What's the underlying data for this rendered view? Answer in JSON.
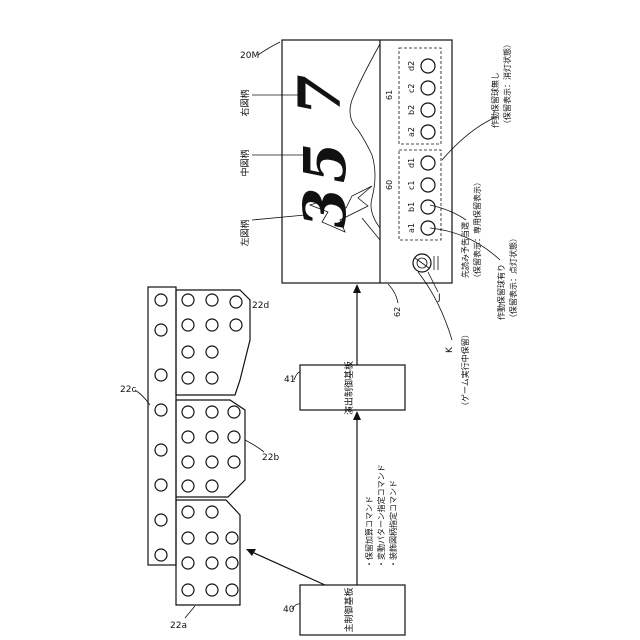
{
  "labels": {
    "main_board": "主制御基板",
    "main_board_ref": "40",
    "effect_board": "演出制御基板",
    "effect_board_ref": "41",
    "commands": [
      "・保留加算コマンド",
      "・変動パターン指定コマンド",
      "・装飾図柄指定コマンド"
    ],
    "display_ref": "20M",
    "left_symbol_label": "左図柄",
    "center_symbol_label": "中図柄",
    "right_symbol_label": "右図柄",
    "digit_left": "3",
    "digit_center": "5",
    "digit_right": "7",
    "ref_60": "60",
    "ref_61": "61",
    "ref_62": "62",
    "ref_j": "J",
    "ref_k": "K",
    "k_note": "（ゲーム実行中保留）",
    "ref_22a": "22a",
    "ref_22b": "22b",
    "ref_22c": "22c",
    "ref_22d": "22d",
    "hold_slots": [
      "a1",
      "b1",
      "c1",
      "d1",
      "a2",
      "b2",
      "c2",
      "d2"
    ],
    "note_foreshadow_1": "先読み予告当選",
    "note_foreshadow_2": "（保留表示：専用保留表示）",
    "note_hold_present_1": "作動保留球有り",
    "note_hold_present_2": "（保留表示：点灯状態）",
    "note_hold_absent_1": "作動保留球無し",
    "note_hold_absent_2": "（保留表示：消灯状態）"
  }
}
